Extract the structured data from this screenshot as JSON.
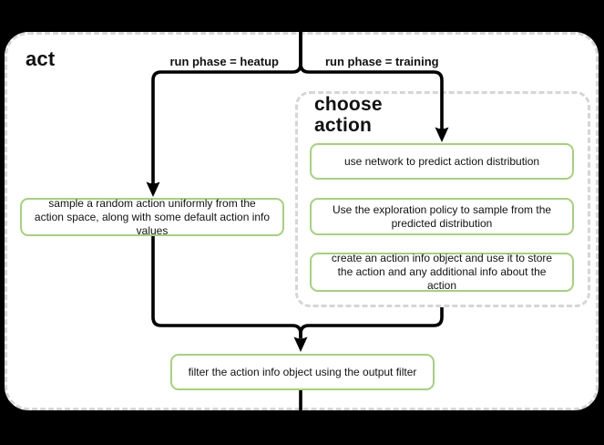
{
  "colors": {
    "background": "#000000",
    "canvas": "#ffffff",
    "node_border": "#a5d17c",
    "dashed_border": "#d6d6d6",
    "connector": "#000000",
    "text": "#111111"
  },
  "diagram": {
    "title": "act",
    "branches": [
      {
        "id": "heatup",
        "label": "run phase = heatup"
      },
      {
        "id": "training",
        "label": "run phase = training"
      }
    ],
    "group": {
      "title": "choose action"
    },
    "nodes": {
      "sample_random": "sample a random action uniformly from the action space, along with some default action info values",
      "predict_distribution": "use network to predict action distribution",
      "exploration_policy": "Use the exploration policy to sample from the predicted distribution",
      "create_action_info": "create an action info object and use it to store the action and any additional info about the action",
      "filter_output": "filter the action info object using the output filter"
    }
  }
}
